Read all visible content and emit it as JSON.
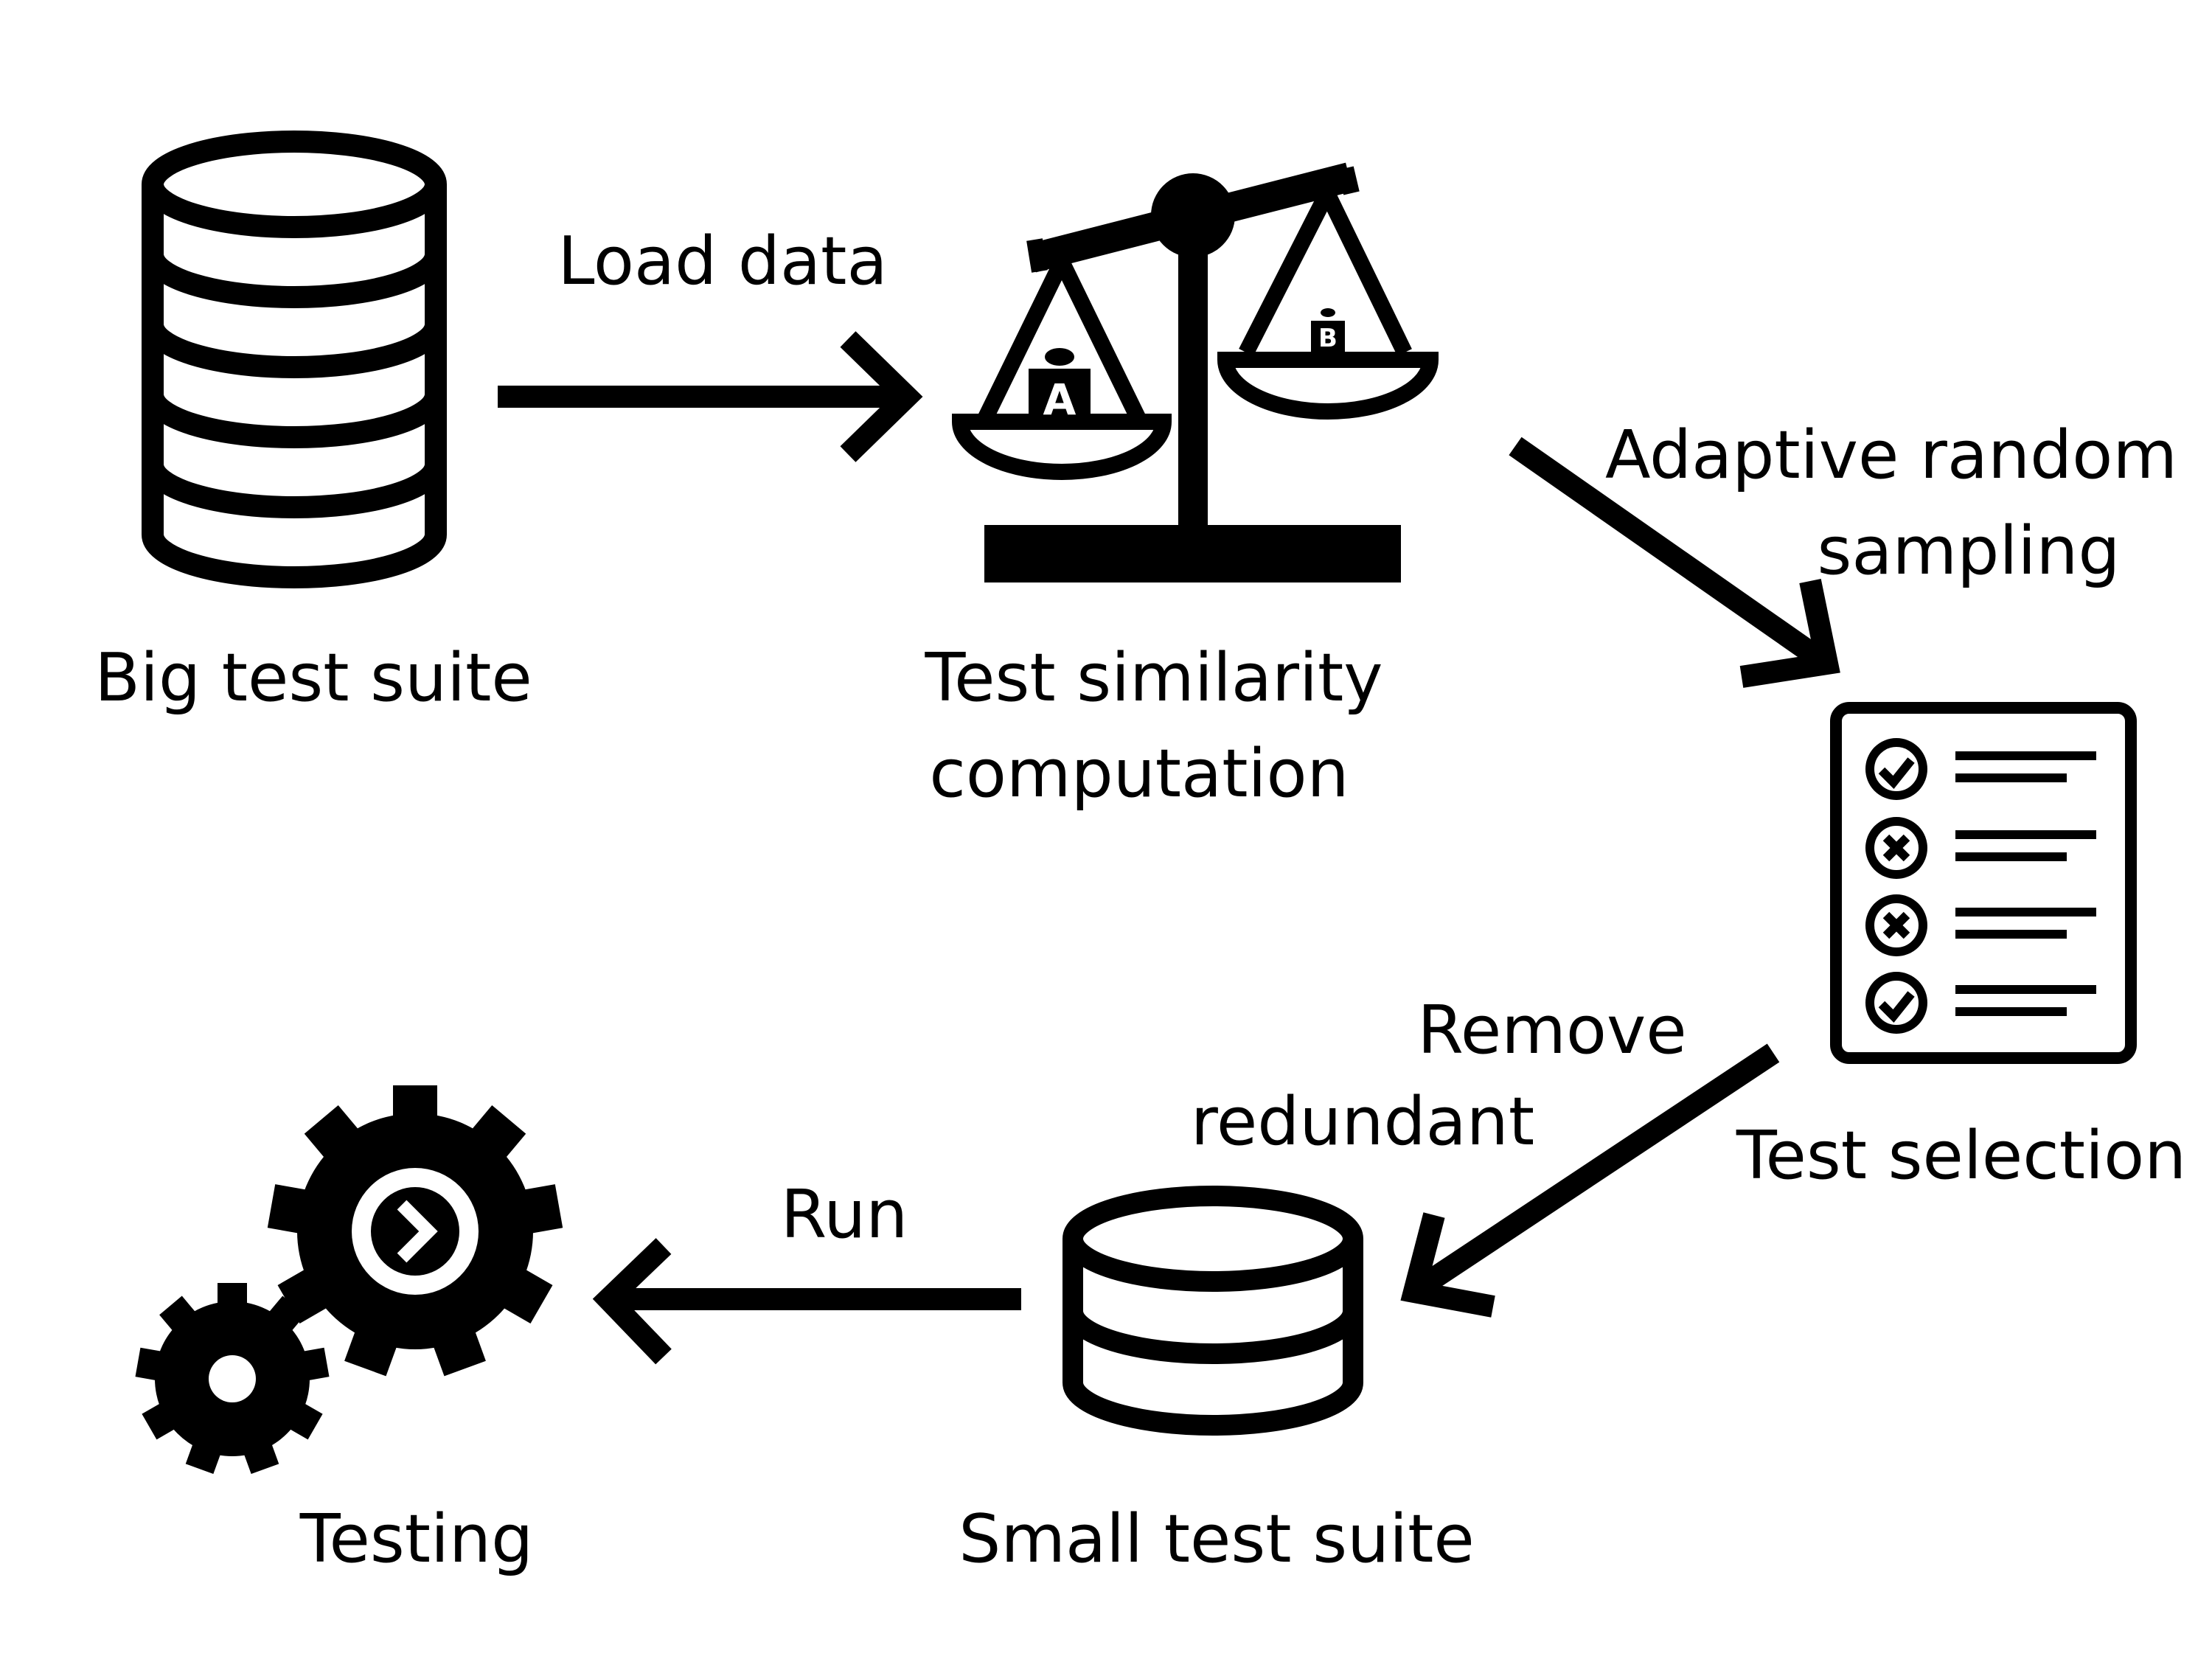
{
  "nodes": {
    "big_suite": {
      "label": "Big test suite"
    },
    "similarity": {
      "label_line1": "Test similarity",
      "label_line2": "computation"
    },
    "selection": {
      "label": "Test selection"
    },
    "small_suite": {
      "label": "Small test suite"
    },
    "testing": {
      "label": "Testing"
    }
  },
  "edges": {
    "load": {
      "label": "Load data"
    },
    "adaptive": {
      "label_line1": "Adaptive random",
      "label_line2": "sampling"
    },
    "remove": {
      "label_line1": "Remove",
      "label_line2": "redundant"
    },
    "run": {
      "label": "Run"
    }
  },
  "scale_weights": {
    "left": "A",
    "right": "B"
  },
  "checklist_items": [
    "pass",
    "fail",
    "fail",
    "pass"
  ],
  "colors": {
    "ink": "#000000",
    "paper": "#ffffff"
  }
}
